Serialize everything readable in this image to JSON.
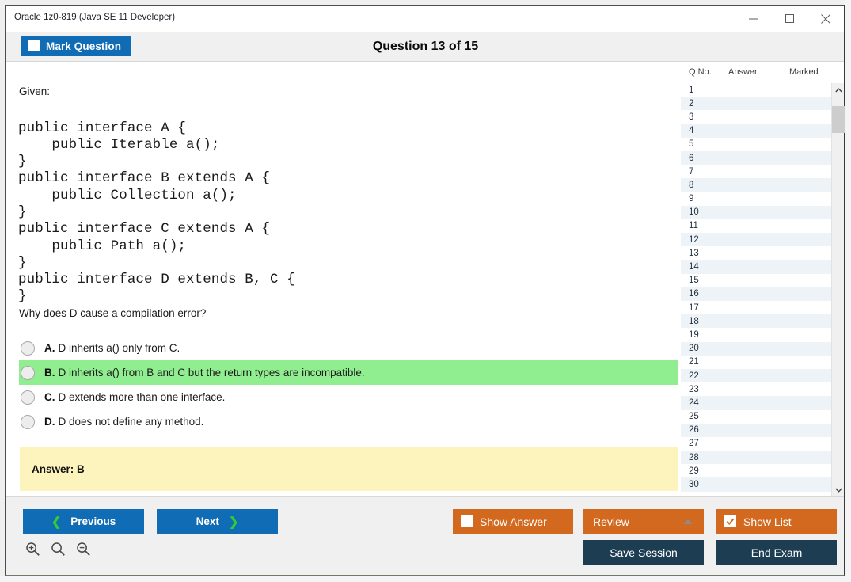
{
  "window": {
    "title": "Oracle 1z0-819 (Java SE 11 Developer)",
    "controls": {
      "minimize": "minimize-icon",
      "maximize": "maximize-icon",
      "close": "close-icon"
    }
  },
  "header": {
    "mark_question_label": "Mark Question",
    "mark_question_checked": false,
    "question_title": "Question 13 of 15"
  },
  "question": {
    "given_label": "Given:",
    "code": "public interface A {\n    public Iterable a();\n}\npublic interface B extends A {\n    public Collection a();\n}\npublic interface C extends A {\n    public Path a();\n}\npublic interface D extends B, C {\n}",
    "prompt": "Why does D cause a compilation error?",
    "options": [
      {
        "letter": "A.",
        "text": "D inherits a() only from C.",
        "correct": false,
        "selected": false
      },
      {
        "letter": "B.",
        "text": "D inherits a() from B and C but the return types are incompatible.",
        "correct": true,
        "selected": false
      },
      {
        "letter": "C.",
        "text": "D extends more than one interface.",
        "correct": false,
        "selected": false
      },
      {
        "letter": "D.",
        "text": "D does not define any method.",
        "correct": false,
        "selected": false
      }
    ],
    "answer_panel": {
      "text": "Answer: B"
    }
  },
  "question_list": {
    "columns": [
      "Q No.",
      "Answer",
      "Marked"
    ],
    "rows": [
      {
        "no": "1",
        "answer": "",
        "marked": ""
      },
      {
        "no": "2",
        "answer": "",
        "marked": ""
      },
      {
        "no": "3",
        "answer": "",
        "marked": ""
      },
      {
        "no": "4",
        "answer": "",
        "marked": ""
      },
      {
        "no": "5",
        "answer": "",
        "marked": ""
      },
      {
        "no": "6",
        "answer": "",
        "marked": ""
      },
      {
        "no": "7",
        "answer": "",
        "marked": ""
      },
      {
        "no": "8",
        "answer": "",
        "marked": ""
      },
      {
        "no": "9",
        "answer": "",
        "marked": ""
      },
      {
        "no": "10",
        "answer": "",
        "marked": ""
      },
      {
        "no": "11",
        "answer": "",
        "marked": ""
      },
      {
        "no": "12",
        "answer": "",
        "marked": ""
      },
      {
        "no": "13",
        "answer": "",
        "marked": ""
      },
      {
        "no": "14",
        "answer": "",
        "marked": ""
      },
      {
        "no": "15",
        "answer": "",
        "marked": ""
      },
      {
        "no": "16",
        "answer": "",
        "marked": ""
      },
      {
        "no": "17",
        "answer": "",
        "marked": ""
      },
      {
        "no": "18",
        "answer": "",
        "marked": ""
      },
      {
        "no": "19",
        "answer": "",
        "marked": ""
      },
      {
        "no": "20",
        "answer": "",
        "marked": ""
      },
      {
        "no": "21",
        "answer": "",
        "marked": ""
      },
      {
        "no": "22",
        "answer": "",
        "marked": ""
      },
      {
        "no": "23",
        "answer": "",
        "marked": ""
      },
      {
        "no": "24",
        "answer": "",
        "marked": ""
      },
      {
        "no": "25",
        "answer": "",
        "marked": ""
      },
      {
        "no": "26",
        "answer": "",
        "marked": ""
      },
      {
        "no": "27",
        "answer": "",
        "marked": ""
      },
      {
        "no": "28",
        "answer": "",
        "marked": ""
      },
      {
        "no": "29",
        "answer": "",
        "marked": ""
      },
      {
        "no": "30",
        "answer": "",
        "marked": ""
      }
    ]
  },
  "bottom": {
    "previous_label": "Previous",
    "next_label": "Next",
    "show_answer_label": "Show Answer",
    "show_answer_checked": false,
    "review_label": "Review",
    "show_list_label": "Show List",
    "show_list_checked": true,
    "save_session_label": "Save Session",
    "end_exam_label": "End Exam",
    "zoom_in_icon": "zoom-in-icon",
    "zoom_reset_icon": "zoom-reset-icon",
    "zoom_out_icon": "zoom-out-icon"
  },
  "colors": {
    "primary_blue": "#0f6cb5",
    "orange": "#d2691e",
    "navy": "#1d3d53",
    "correct_green": "#90ee90",
    "answer_yellow": "#fcf3bd",
    "chevron_green": "#33cc33"
  }
}
